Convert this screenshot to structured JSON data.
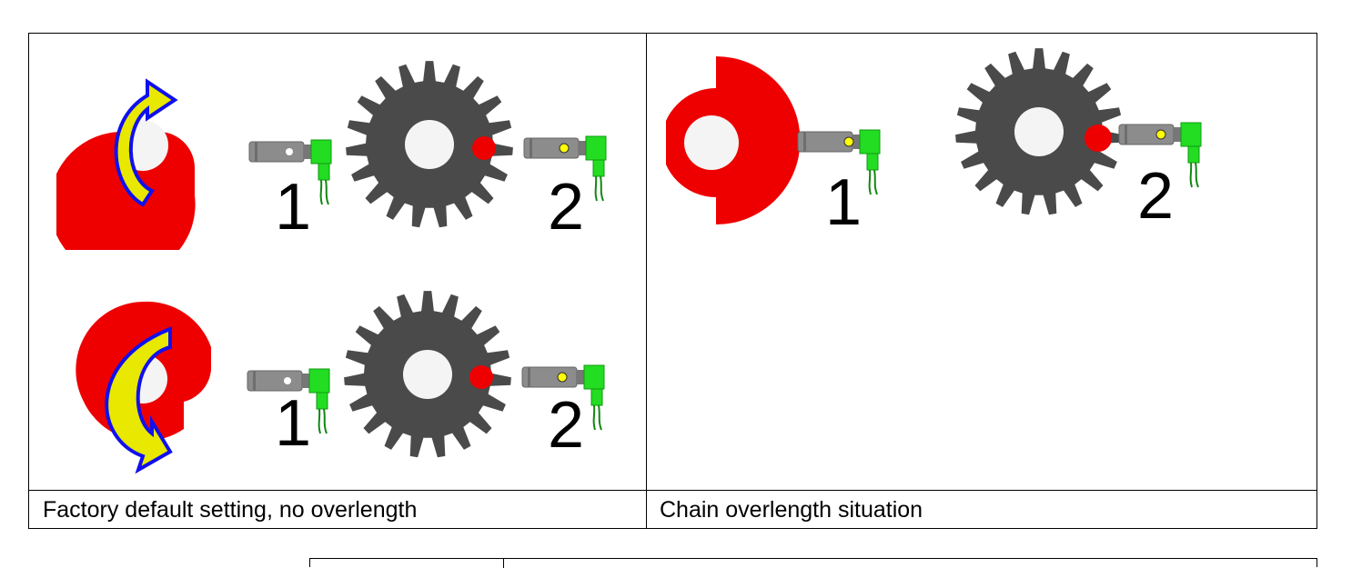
{
  "captions": {
    "left": "Factory default setting, no overlength",
    "right": "Chain overlength situation"
  },
  "labels": {
    "sensor1": "1",
    "sensor2": "2"
  },
  "colors": {
    "cam": "#ee0000",
    "sprocket": "#4a4a4a",
    "hub": "#f4f4f4",
    "sensor_body": "#8c8c8c",
    "sensor_led": "#ffff00",
    "connector": "#22dd22",
    "arrow_fill": "#e8e800",
    "arrow_stroke": "#1010ee"
  }
}
